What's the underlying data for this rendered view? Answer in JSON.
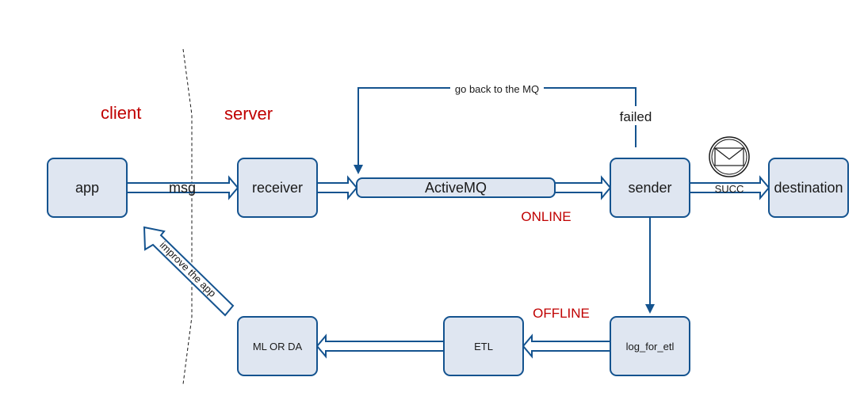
{
  "zones": {
    "client": "client",
    "server": "server"
  },
  "phases": {
    "online": "ONLINE",
    "offline": "OFFLINE"
  },
  "nodes": {
    "app": "app",
    "receiver": "receiver",
    "activemq": "ActiveMQ",
    "sender": "sender",
    "destination": "destination",
    "log_for_etl": "log_for_etl",
    "etl": "ETL",
    "ml_or_da": "ML OR DA"
  },
  "edges": {
    "msg": "msg",
    "go_back": "go back to the MQ",
    "failed": "failed",
    "succ": "SUCC",
    "improve": "improve the app"
  },
  "icons": {
    "message": "envelope-icon"
  },
  "colors": {
    "accent": "#14538f",
    "node_fill": "#dfe6f1",
    "label_red": "#c00000"
  }
}
